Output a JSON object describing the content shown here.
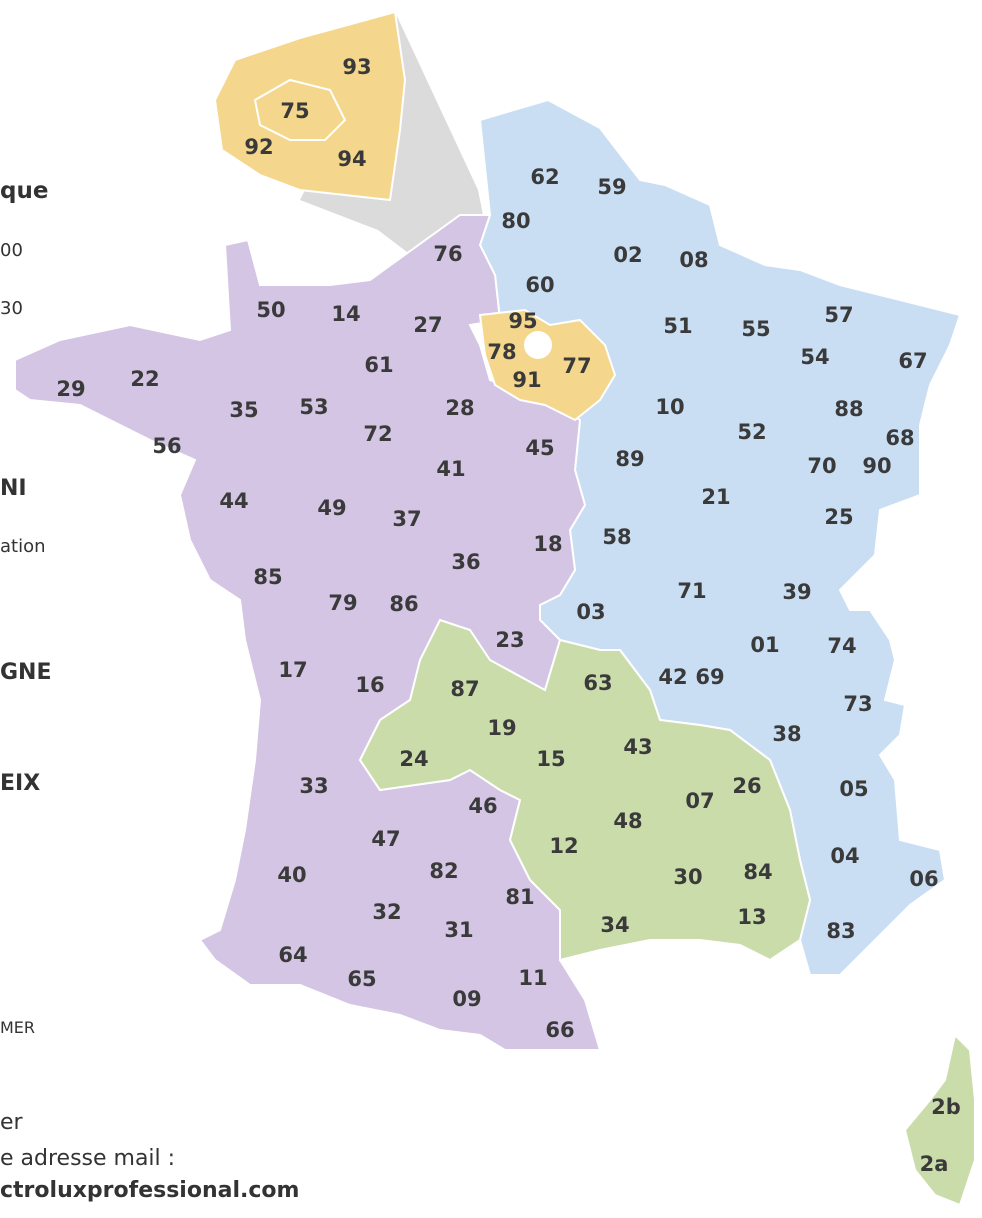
{
  "sidebar": {
    "heading_fragment": "que",
    "phone_fragment_1": "00",
    "phone_fragment_2": "30",
    "region_name_1": "NI",
    "region_sub_1": "ation",
    "region_name_2": "GNE",
    "region_name_3": "EIX",
    "footer_fragment": "MER",
    "contact_line_1": "er",
    "contact_line_2": "e adresse mail :",
    "contact_email": "ctroluxprofessional.com"
  },
  "colors": {
    "blue_region": "#c9def3",
    "purple_region": "#d3c5e3",
    "green_region": "#cbdcab",
    "yellow_region": "#f4d78c",
    "inset_shadow": "#bdbdbd",
    "label": "#3a3a3a",
    "border": "#ffffff"
  },
  "departments": [
    {
      "code": "93"
    },
    {
      "code": "75"
    },
    {
      "code": "92"
    },
    {
      "code": "94"
    },
    {
      "code": "62"
    },
    {
      "code": "59"
    },
    {
      "code": "80"
    },
    {
      "code": "76"
    },
    {
      "code": "02"
    },
    {
      "code": "08"
    },
    {
      "code": "60"
    },
    {
      "code": "50"
    },
    {
      "code": "14"
    },
    {
      "code": "27"
    },
    {
      "code": "95"
    },
    {
      "code": "51"
    },
    {
      "code": "55"
    },
    {
      "code": "57"
    },
    {
      "code": "67"
    },
    {
      "code": "29"
    },
    {
      "code": "22"
    },
    {
      "code": "61"
    },
    {
      "code": "78"
    },
    {
      "code": "77"
    },
    {
      "code": "54"
    },
    {
      "code": "91"
    },
    {
      "code": "35"
    },
    {
      "code": "53"
    },
    {
      "code": "28"
    },
    {
      "code": "10"
    },
    {
      "code": "88"
    },
    {
      "code": "56"
    },
    {
      "code": "72"
    },
    {
      "code": "45"
    },
    {
      "code": "52"
    },
    {
      "code": "68"
    },
    {
      "code": "41"
    },
    {
      "code": "89"
    },
    {
      "code": "70"
    },
    {
      "code": "90"
    },
    {
      "code": "44"
    },
    {
      "code": "49"
    },
    {
      "code": "37"
    },
    {
      "code": "21"
    },
    {
      "code": "25"
    },
    {
      "code": "18"
    },
    {
      "code": "58"
    },
    {
      "code": "36"
    },
    {
      "code": "85"
    },
    {
      "code": "79"
    },
    {
      "code": "86"
    },
    {
      "code": "71"
    },
    {
      "code": "39"
    },
    {
      "code": "03"
    },
    {
      "code": "23"
    },
    {
      "code": "01"
    },
    {
      "code": "74"
    },
    {
      "code": "17"
    },
    {
      "code": "87"
    },
    {
      "code": "16"
    },
    {
      "code": "63"
    },
    {
      "code": "42"
    },
    {
      "code": "69"
    },
    {
      "code": "73"
    },
    {
      "code": "19"
    },
    {
      "code": "38"
    },
    {
      "code": "24"
    },
    {
      "code": "15"
    },
    {
      "code": "43"
    },
    {
      "code": "33"
    },
    {
      "code": "26"
    },
    {
      "code": "07"
    },
    {
      "code": "05"
    },
    {
      "code": "46"
    },
    {
      "code": "47"
    },
    {
      "code": "48"
    },
    {
      "code": "12"
    },
    {
      "code": "04"
    },
    {
      "code": "40"
    },
    {
      "code": "82"
    },
    {
      "code": "30"
    },
    {
      "code": "84"
    },
    {
      "code": "06"
    },
    {
      "code": "81"
    },
    {
      "code": "32"
    },
    {
      "code": "31"
    },
    {
      "code": "34"
    },
    {
      "code": "13"
    },
    {
      "code": "83"
    },
    {
      "code": "64"
    },
    {
      "code": "65"
    },
    {
      "code": "11"
    },
    {
      "code": "09"
    },
    {
      "code": "66"
    },
    {
      "code": "2b"
    },
    {
      "code": "2a"
    }
  ]
}
